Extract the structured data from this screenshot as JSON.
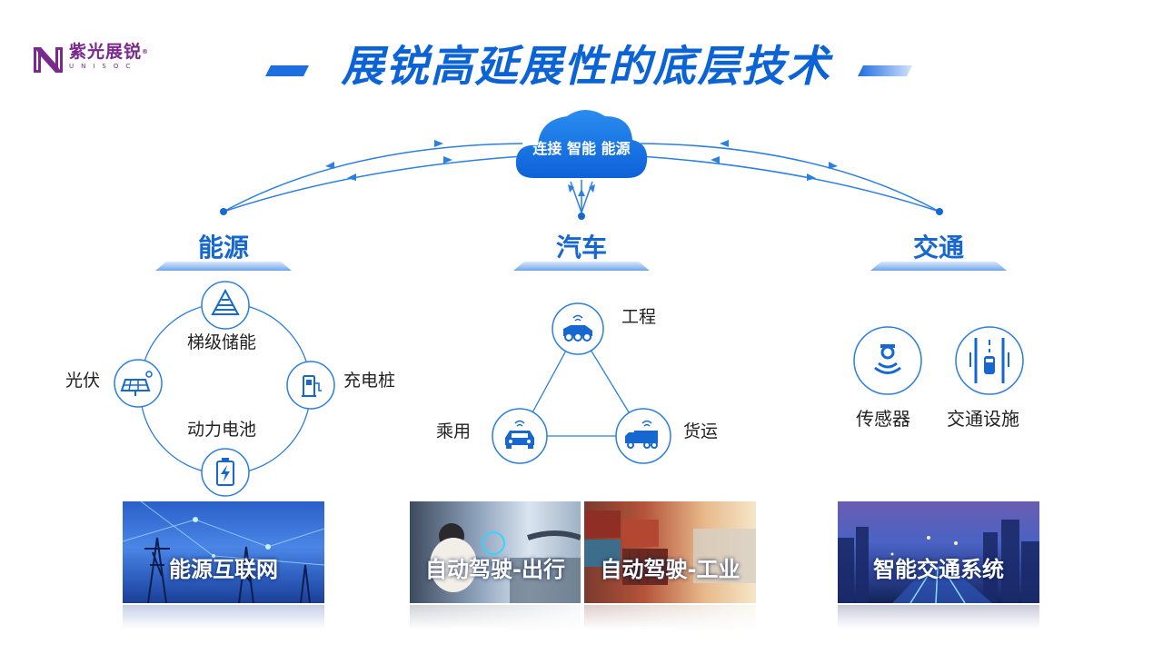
{
  "logo": {
    "name": "紫光展锐",
    "reg_mark": "®",
    "sub": "UNISOC"
  },
  "title": "展锐高延展性的底层技术",
  "cloud": {
    "label": "连接 智能 能源"
  },
  "sections": {
    "energy": {
      "title": "能源",
      "nodes": {
        "top": "梯级储能",
        "left": "光伏",
        "right": "充电桩",
        "bottom": "动力电池"
      }
    },
    "auto": {
      "title": "汽车",
      "nodes": {
        "top": "工程",
        "left": "乘用",
        "right": "货运"
      }
    },
    "traffic": {
      "title": "交通",
      "nodes": {
        "sensor": "传感器",
        "facility": "交通设施"
      }
    }
  },
  "cards": [
    {
      "label": "能源互联网"
    },
    {
      "label": "自动驾驶-出行"
    },
    {
      "label": "自动驾驶-工业"
    },
    {
      "label": "智能交通系统"
    }
  ],
  "colors": {
    "brand_purple": "#7a2a8c",
    "primary_blue": "#1667cf",
    "title_blue": "#0b63d6",
    "line_blue": "#2a7fe0"
  },
  "icons": {
    "energy_top": "pyramid-icon",
    "energy_left": "solar-panel-icon",
    "energy_right": "charging-pile-icon",
    "energy_bottom": "battery-icon",
    "auto_top": "engineering-vehicle-icon",
    "auto_left": "passenger-car-icon",
    "auto_right": "truck-icon",
    "traffic_left": "sensor-icon",
    "traffic_right": "road-facility-icon"
  }
}
